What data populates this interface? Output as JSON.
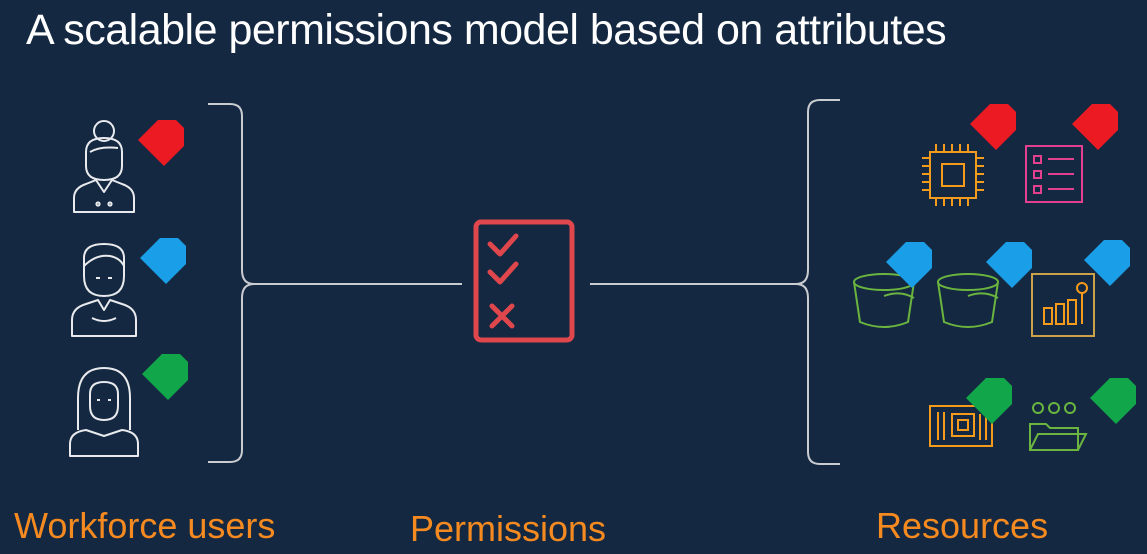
{
  "title": "A scalable permissions model based on attributes",
  "labels": {
    "users": "Workforce users",
    "permissions": "Permissions",
    "resources": "Resources"
  },
  "colors": {
    "background": "#142841",
    "label": "#f58a20",
    "line": "#c9ccd1",
    "tag_red": "#ec1b23",
    "tag_blue": "#1a9ee8",
    "tag_green": "#12a64a",
    "checklist": "#e0474c",
    "chip": "#f59b1c",
    "list_icon": "#e4408d",
    "bucket": "#6ab43f"
  },
  "users": [
    {
      "name": "user-woman",
      "tag": "red"
    },
    {
      "name": "user-man",
      "tag": "blue"
    },
    {
      "name": "user-hijab",
      "tag": "green"
    }
  ],
  "resources": [
    {
      "name": "chip",
      "tag": "red"
    },
    {
      "name": "list-document",
      "tag": "red"
    },
    {
      "name": "bucket",
      "tag": "blue"
    },
    {
      "name": "bucket",
      "tag": "blue"
    },
    {
      "name": "analytics-dashboard",
      "tag": "blue"
    },
    {
      "name": "circuit-board",
      "tag": "green"
    },
    {
      "name": "file-folder",
      "tag": "green"
    }
  ]
}
